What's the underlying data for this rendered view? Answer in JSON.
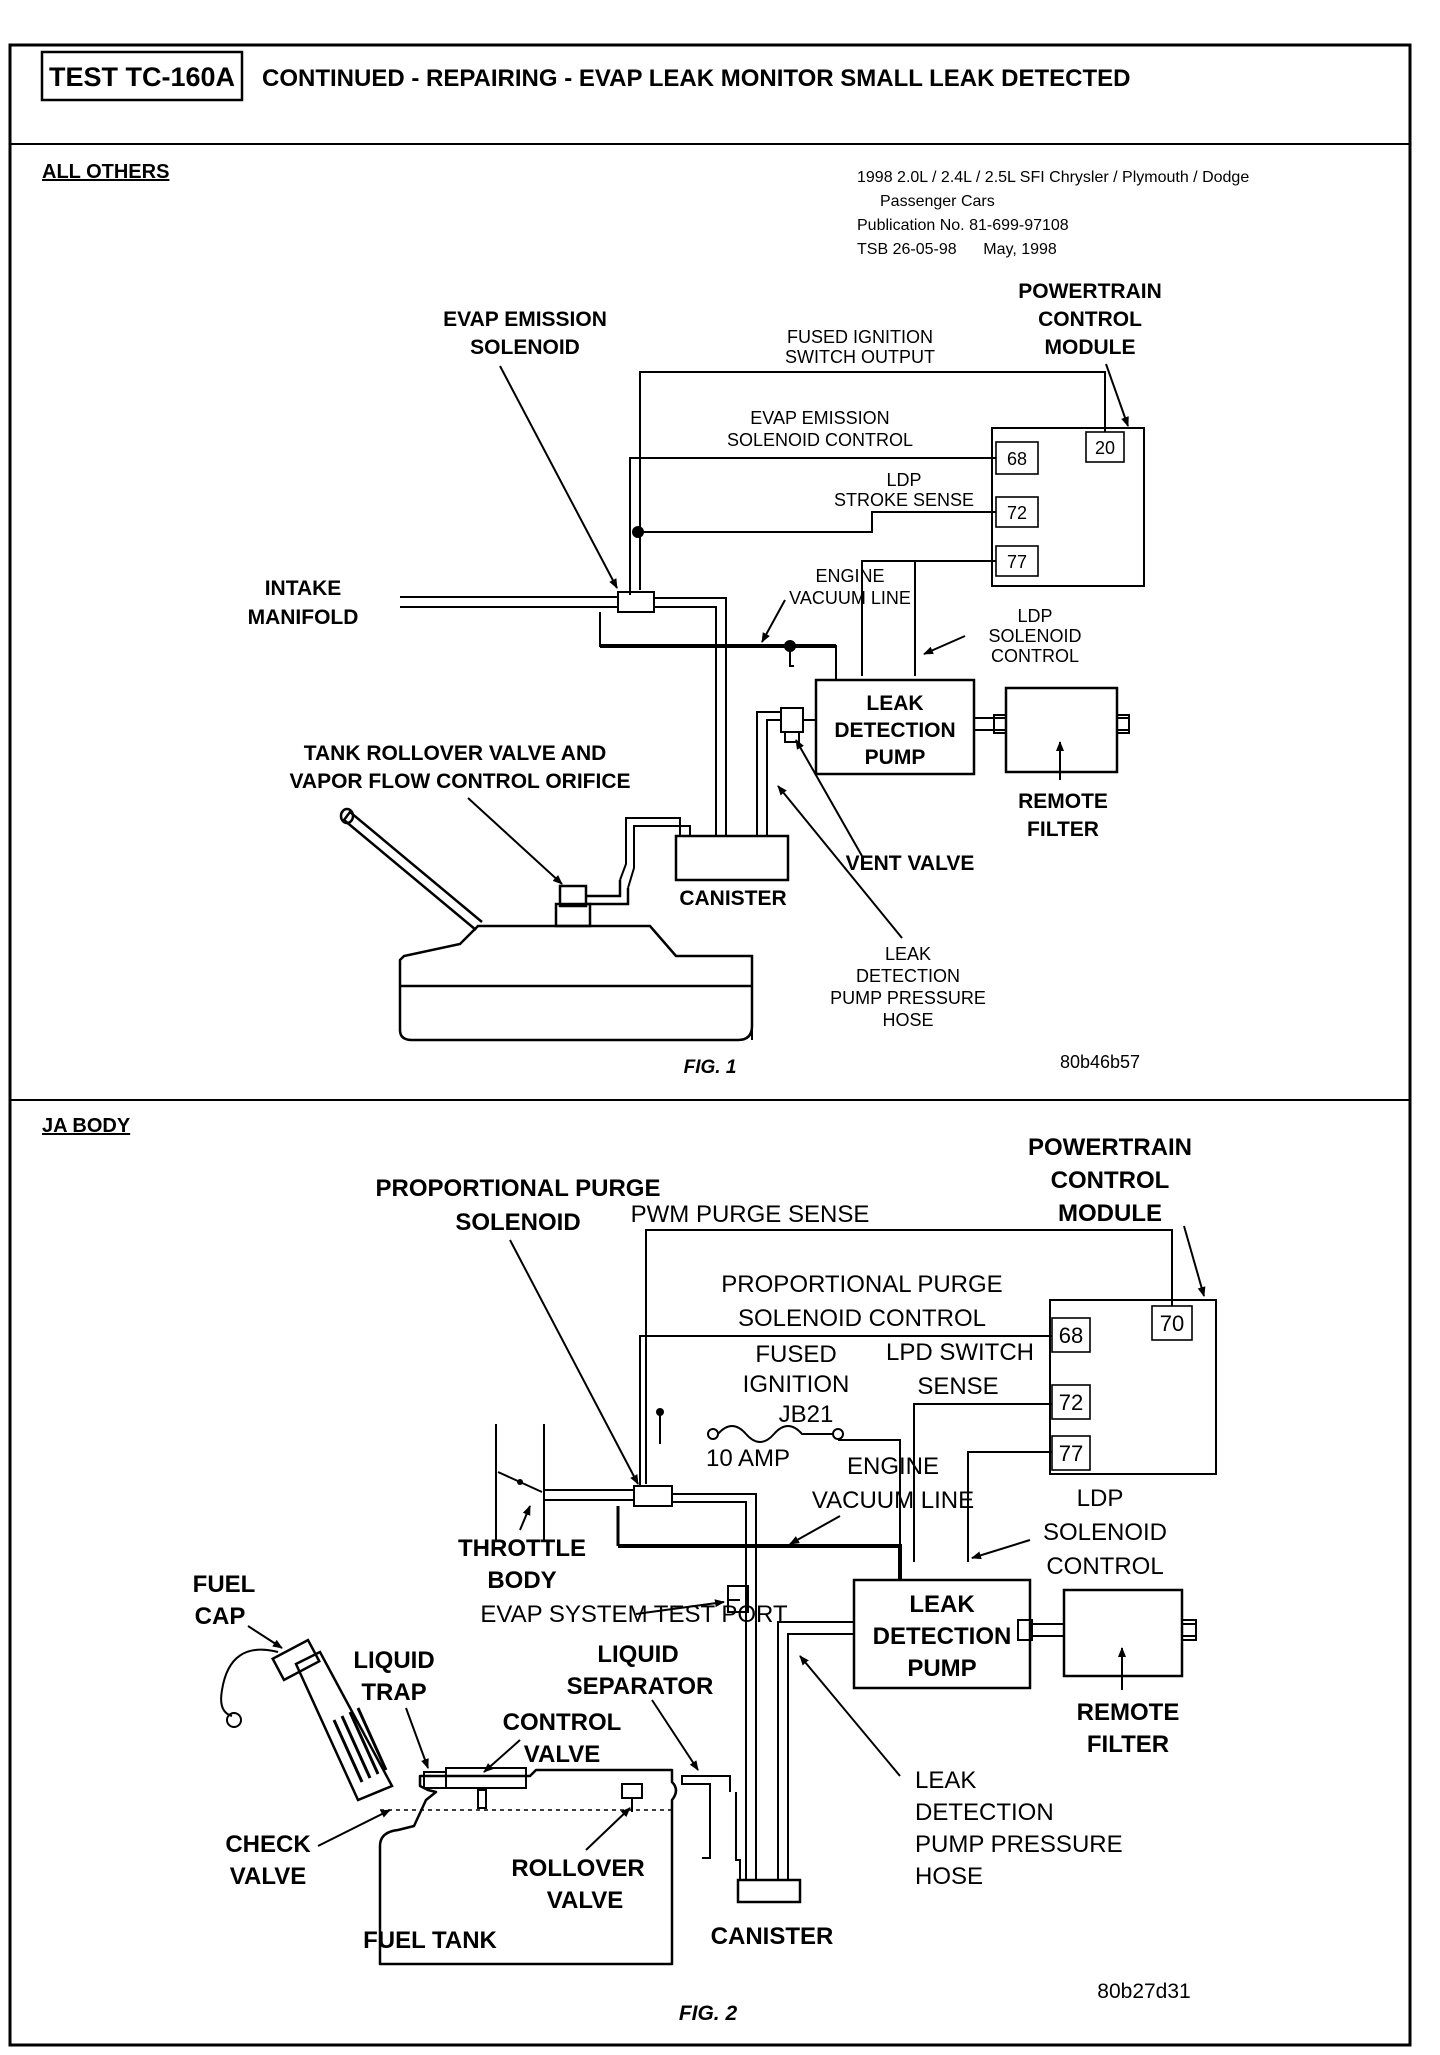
{
  "header": {
    "test_id": "TEST TC-160A",
    "title": "CONTINUED - REPAIRING - EVAP LEAK MONITOR SMALL LEAK DETECTED"
  },
  "fig1": {
    "section": "ALL OTHERS",
    "pub": [
      "1998 2.0L / 2.4L / 2.5L SFI Chrysler / Plymouth / Dodge",
      "Passenger Cars",
      "Publication No. 81-699-97108",
      "TSB 26-05-98      May, 1998"
    ],
    "pcm": [
      "POWERTRAIN",
      "CONTROL",
      "MODULE"
    ],
    "evap_solenoid": [
      "EVAP EMISSION",
      "SOLENOID"
    ],
    "fused_ign": [
      "FUSED IGNITION",
      "SWITCH OUTPUT"
    ],
    "evap_control": [
      "EVAP EMISSION",
      "SOLENOID CONTROL"
    ],
    "ldp_stroke": [
      "LDP",
      "STROKE SENSE"
    ],
    "engine_vac": [
      "ENGINE",
      "VACUUM LINE"
    ],
    "ldp_sol": [
      "LDP",
      "SOLENOID",
      "CONTROL"
    ],
    "intake": [
      "INTAKE",
      "MANIFOLD"
    ],
    "ldp": [
      "LEAK",
      "DETECTION",
      "PUMP"
    ],
    "remote": [
      "REMOTE",
      "FILTER"
    ],
    "tank_valve": [
      "TANK ROLLOVER VALVE AND",
      "VAPOR FLOW CONTROL ORIFICE"
    ],
    "vent": "VENT VALVE",
    "canister": "CANISTER",
    "hose": [
      "LEAK",
      "DETECTION",
      "PUMP PRESSURE",
      "HOSE"
    ],
    "pins": [
      "20",
      "68",
      "72",
      "77"
    ],
    "caption": "FIG. 1",
    "code": "80b46b57"
  },
  "fig2": {
    "section": "JA BODY",
    "pcm": [
      "POWERTRAIN",
      "CONTROL",
      "MODULE"
    ],
    "pps": [
      "PROPORTIONAL PURGE",
      "SOLENOID"
    ],
    "pwm": "PWM PURGE SENSE",
    "pps_ctrl": [
      "PROPORTIONAL PURGE",
      "SOLENOID CONTROL"
    ],
    "fused": [
      "FUSED",
      "IGNITION",
      "JB21"
    ],
    "amp": "10 AMP",
    "lpd": [
      "LPD SWITCH",
      "SENSE"
    ],
    "engine_vac": [
      "ENGINE",
      "VACUUM LINE"
    ],
    "ldp_sol": [
      "LDP",
      "SOLENOID",
      "CONTROL"
    ],
    "throttle": [
      "THROTTLE",
      "BODY"
    ],
    "fuel_cap": [
      "FUEL",
      "CAP"
    ],
    "test_port": "EVAP SYSTEM TEST PORT",
    "liquid_trap": [
      "LIQUID",
      "TRAP"
    ],
    "liquid_sep": [
      "LIQUID",
      "SEPARATOR"
    ],
    "control_valve": [
      "CONTROL",
      "VALVE"
    ],
    "check_valve": [
      "CHECK",
      "VALVE"
    ],
    "rollover": [
      "ROLLOVER",
      "VALVE"
    ],
    "fuel_tank": "FUEL TANK",
    "canister": "CANISTER",
    "ldp": [
      "LEAK",
      "DETECTION",
      "PUMP"
    ],
    "remote": [
      "REMOTE",
      "FILTER"
    ],
    "hose": [
      "LEAK",
      "DETECTION",
      "PUMP PRESSURE",
      "HOSE"
    ],
    "pins": [
      "70",
      "68",
      "72",
      "77"
    ],
    "caption": "FIG. 2",
    "code": "80b27d31"
  }
}
